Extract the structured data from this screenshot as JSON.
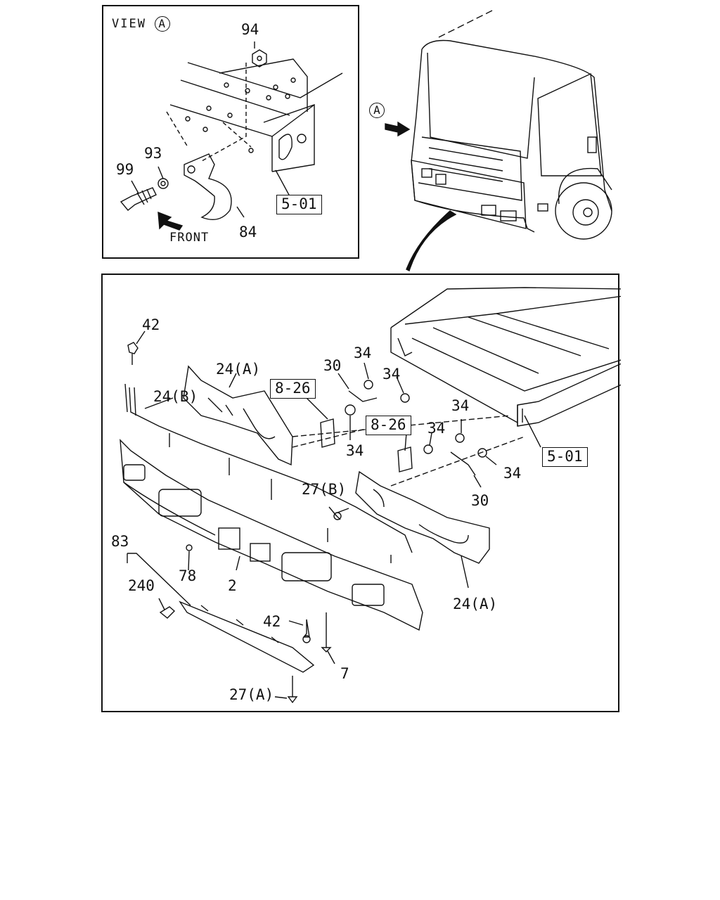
{
  "inset": {
    "view_label": "VIEW",
    "view_letter": "A",
    "front_label": "FRONT",
    "callouts": {
      "c94": "94",
      "c93": "93",
      "c99": "99",
      "c84": "84",
      "ref": "5-01"
    }
  },
  "cab": {
    "view_letter": "A"
  },
  "main": {
    "callouts": {
      "c42_top": "42",
      "c24a_top": "24(A)",
      "c24b": "24(B)",
      "ref826_left": "8-26",
      "c30_top": "30",
      "c34_a": "34",
      "c34_b": "34",
      "c34_c": "34",
      "ref826_right": "8-26",
      "c34_d": "34",
      "c34_e": "34",
      "c34_f": "34",
      "ref501": "5-01",
      "c30_bottom": "30",
      "c27b": "27(B)",
      "c83": "83",
      "c78": "78",
      "c240": "240",
      "c2": "2",
      "c24a_bottom": "24(A)",
      "c42_bottom": "42",
      "c7": "7",
      "c27a": "27(A)"
    }
  }
}
